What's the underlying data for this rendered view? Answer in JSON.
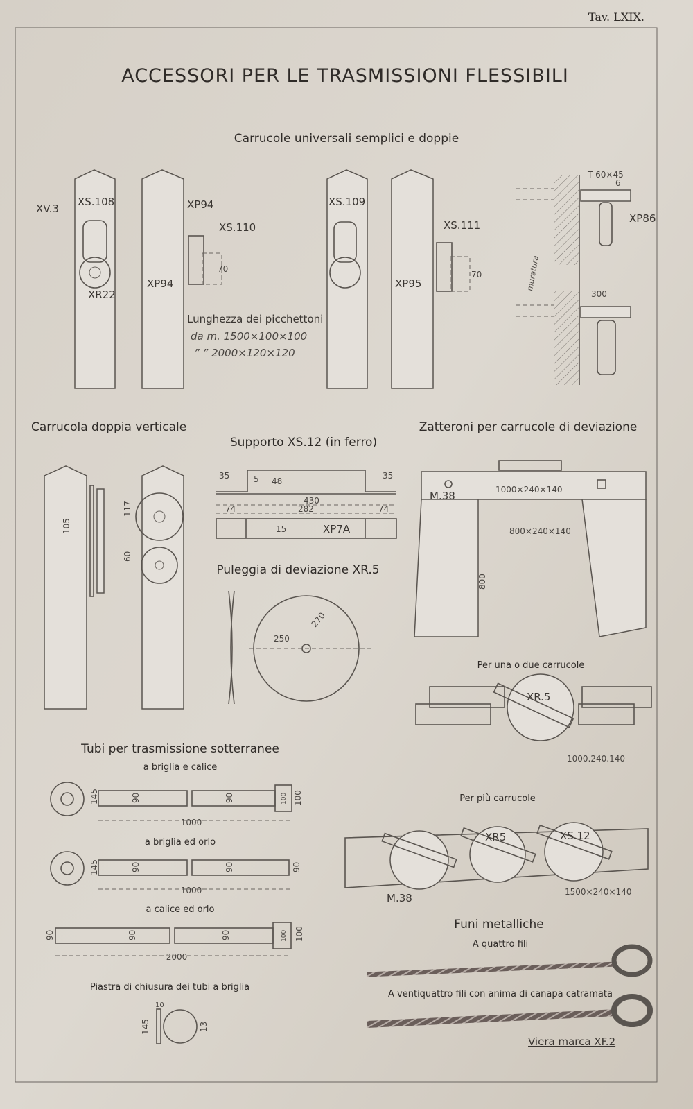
{
  "plate_number": "Tav. LXIX.",
  "title": "ACCESSORI PER LE TRASMISSIONI FLESSIBILI",
  "sections": {
    "carrucole_universali": {
      "heading": "Carrucole universali semplici e doppie",
      "labels": [
        "XV.3",
        "XS.108",
        "XR22",
        "XP94",
        "XS.110",
        "XP94",
        "XS.109",
        "XS.111",
        "XP95",
        "T 60×45",
        "6",
        "XP86",
        "300",
        "muratura"
      ],
      "dims": [
        "70",
        "70"
      ],
      "note_heading": "Lunghezza dei picchettoni",
      "note_line1": "da m. 1500×100×100",
      "note_line2": "”  ”  2000×120×120"
    },
    "carrucola_doppia": {
      "heading": "Carrucola doppia verticale",
      "dims": [
        "105",
        "117",
        "60"
      ]
    },
    "supporto": {
      "heading": "Supporto XS.12 (in ferro)",
      "dims": [
        "35",
        "5",
        "48",
        "35",
        "430",
        "74",
        "282",
        "74",
        "15"
      ],
      "label": "XP7A"
    },
    "puleggia": {
      "heading": "Puleggia di deviazione XR.5",
      "dims": [
        "250",
        "270"
      ]
    },
    "zatteroni": {
      "heading": "Zatteroni per carrucole di deviazione",
      "labels": [
        "M.38",
        "1000×240×140",
        "800×240×140",
        "800"
      ],
      "sub1": "Per una o due carrucole",
      "sub1_labels": [
        "XR.5",
        "1000.240.140"
      ],
      "sub2": "Per più carrucole",
      "sub2_labels": [
        "XR5",
        "XS.12",
        "M.38",
        "1500×240×140"
      ]
    },
    "tubi": {
      "heading": "Tubi per trasmissione sotterranee",
      "types": [
        {
          "label": "a briglia e calice",
          "dims": [
            "145",
            "90",
            "90",
            "100",
            "100"
          ],
          "length": "1000"
        },
        {
          "label": "a briglia ed orlo",
          "dims": [
            "145",
            "90",
            "90",
            "90"
          ],
          "length": "1000"
        },
        {
          "label": "a calice ed orlo",
          "dims": [
            "90",
            "90",
            "90",
            "100",
            "100"
          ],
          "length": "2000"
        }
      ],
      "piastra_heading": "Piastra di chiusura dei tubi a briglia",
      "piastra_dims": [
        "145",
        "10",
        "13"
      ]
    },
    "funi": {
      "heading": "Funi metalliche",
      "type1": "A quattro fili",
      "type2": "A ventiquattro fili con anima di canapa catramata",
      "label": "Viera marca XF.2"
    }
  }
}
